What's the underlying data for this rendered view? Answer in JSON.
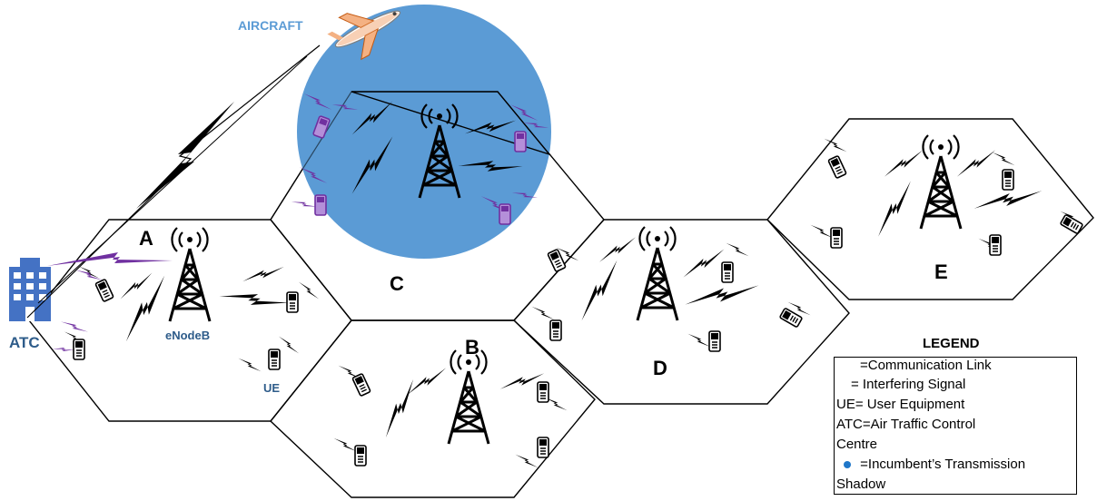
{
  "labels": {
    "aircraft": "AIRCRAFT",
    "atc": "ATC",
    "enodeb": "eNodeB",
    "ue": "UE"
  },
  "cells": [
    {
      "id": "A",
      "label": "A"
    },
    {
      "id": "B",
      "label": "B"
    },
    {
      "id": "C",
      "label": "C"
    },
    {
      "id": "D",
      "label": "D"
    },
    {
      "id": "E",
      "label": "E"
    }
  ],
  "legend": {
    "title": "LEGEND",
    "items": [
      {
        "text": "=Communication Link",
        "icon": "lightning-black-icon"
      },
      {
        "text": "= Interfering Signal",
        "icon": "lightning-purple-icon"
      },
      {
        "text": "UE= User Equipment"
      },
      {
        "text": "ATC=Air Traffic Control"
      },
      {
        "text": "Centre"
      },
      {
        "text": " =Incumbent’s Transmission",
        "icon": "blue-dot-icon"
      },
      {
        "text": "Shadow"
      }
    ]
  },
  "colors": {
    "shadow": "#5b9bd5",
    "interference": "#7030a0",
    "building": "#4472c4",
    "text_blue": "#2e5c8a",
    "aircraft_label": "#5b9bd5",
    "aircraft_body": "#f4b183"
  }
}
